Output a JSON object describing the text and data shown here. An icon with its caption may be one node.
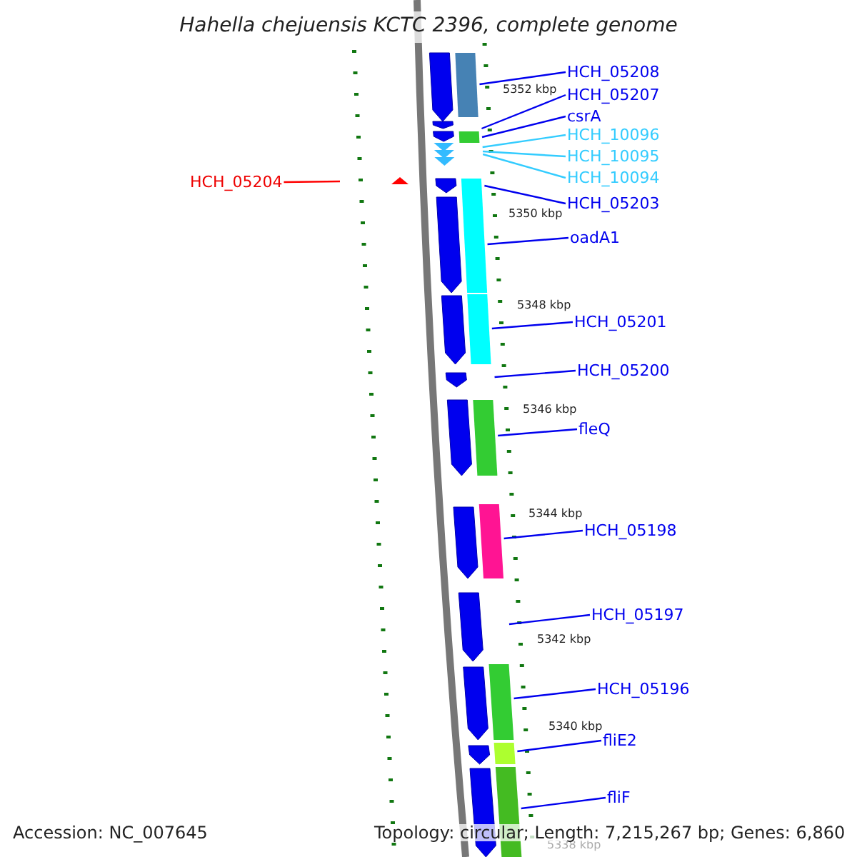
{
  "diagram": {
    "title": "Hahella chejuensis KCTC 2396, complete genome",
    "nodes": [
      {
        "text": [
          "HCH_05208"
        ]
      },
      {
        "text": [
          "HCH_05207"
        ]
      },
      {
        "text": [
          "csrA"
        ]
      },
      {
        "text": [
          "HCH_10096"
        ]
      },
      {
        "text": [
          "HCH_10095"
        ]
      },
      {
        "text": [
          "HCH_10094"
        ]
      },
      {
        "text": [
          "HCH_05204"
        ]
      },
      {
        "text": [
          "HCH_05203"
        ]
      },
      {
        "text": [
          "oadA1"
        ]
      },
      {
        "text": [
          "HCH_05201"
        ]
      },
      {
        "text": [
          "HCH_05200"
        ]
      },
      {
        "text": [
          "fleQ"
        ]
      },
      {
        "text": [
          "HCH_05198"
        ]
      },
      {
        "text": [
          "HCH_05197"
        ]
      },
      {
        "text": [
          "HCH_05196"
        ]
      },
      {
        "text": [
          "fliE2"
        ]
      },
      {
        "text": [
          "fliF"
        ]
      }
    ],
    "edges": [
      {
        "from": 0,
        "to": null,
        "arrow": "none"
      },
      {
        "from": 1,
        "to": null,
        "arrow": "none"
      },
      {
        "from": 2,
        "to": null,
        "arrow": "none"
      },
      {
        "from": 3,
        "to": null,
        "arrow": "none",
        "color": "#33ccff"
      },
      {
        "from": 4,
        "to": null,
        "arrow": "none",
        "color": "#33ccff"
      },
      {
        "from": 5,
        "to": null,
        "arrow": "none",
        "color": "#33ccff"
      },
      {
        "from": 6,
        "to": null,
        "arrow": "none",
        "color": "#ff0000"
      },
      {
        "from": 7,
        "to": null,
        "arrow": "none"
      },
      {
        "from": 8,
        "to": null,
        "arrow": "none"
      },
      {
        "from": 9,
        "to": null,
        "arrow": "none"
      },
      {
        "from": 10,
        "to": null,
        "arrow": "none"
      },
      {
        "from": 11,
        "to": null,
        "arrow": "none"
      },
      {
        "from": 12,
        "to": null,
        "arrow": "none"
      },
      {
        "from": 13,
        "to": null,
        "arrow": "none"
      },
      {
        "from": 14,
        "to": null,
        "arrow": "none"
      },
      {
        "from": 15,
        "to": null,
        "arrow": "none"
      },
      {
        "from": 16,
        "to": null,
        "arrow": "none"
      }
    ],
    "labels": [
      "5352 kbp",
      "5350 kbp",
      "5348 kbp",
      "5346 kbp",
      "5344 kbp",
      "5342 kbp",
      "5340 kbp",
      "5338 kbp",
      "Accession: NC_007645",
      "Topology: circular; Length: 7,215,267 bp; Genes: 6,860"
    ]
  }
}
